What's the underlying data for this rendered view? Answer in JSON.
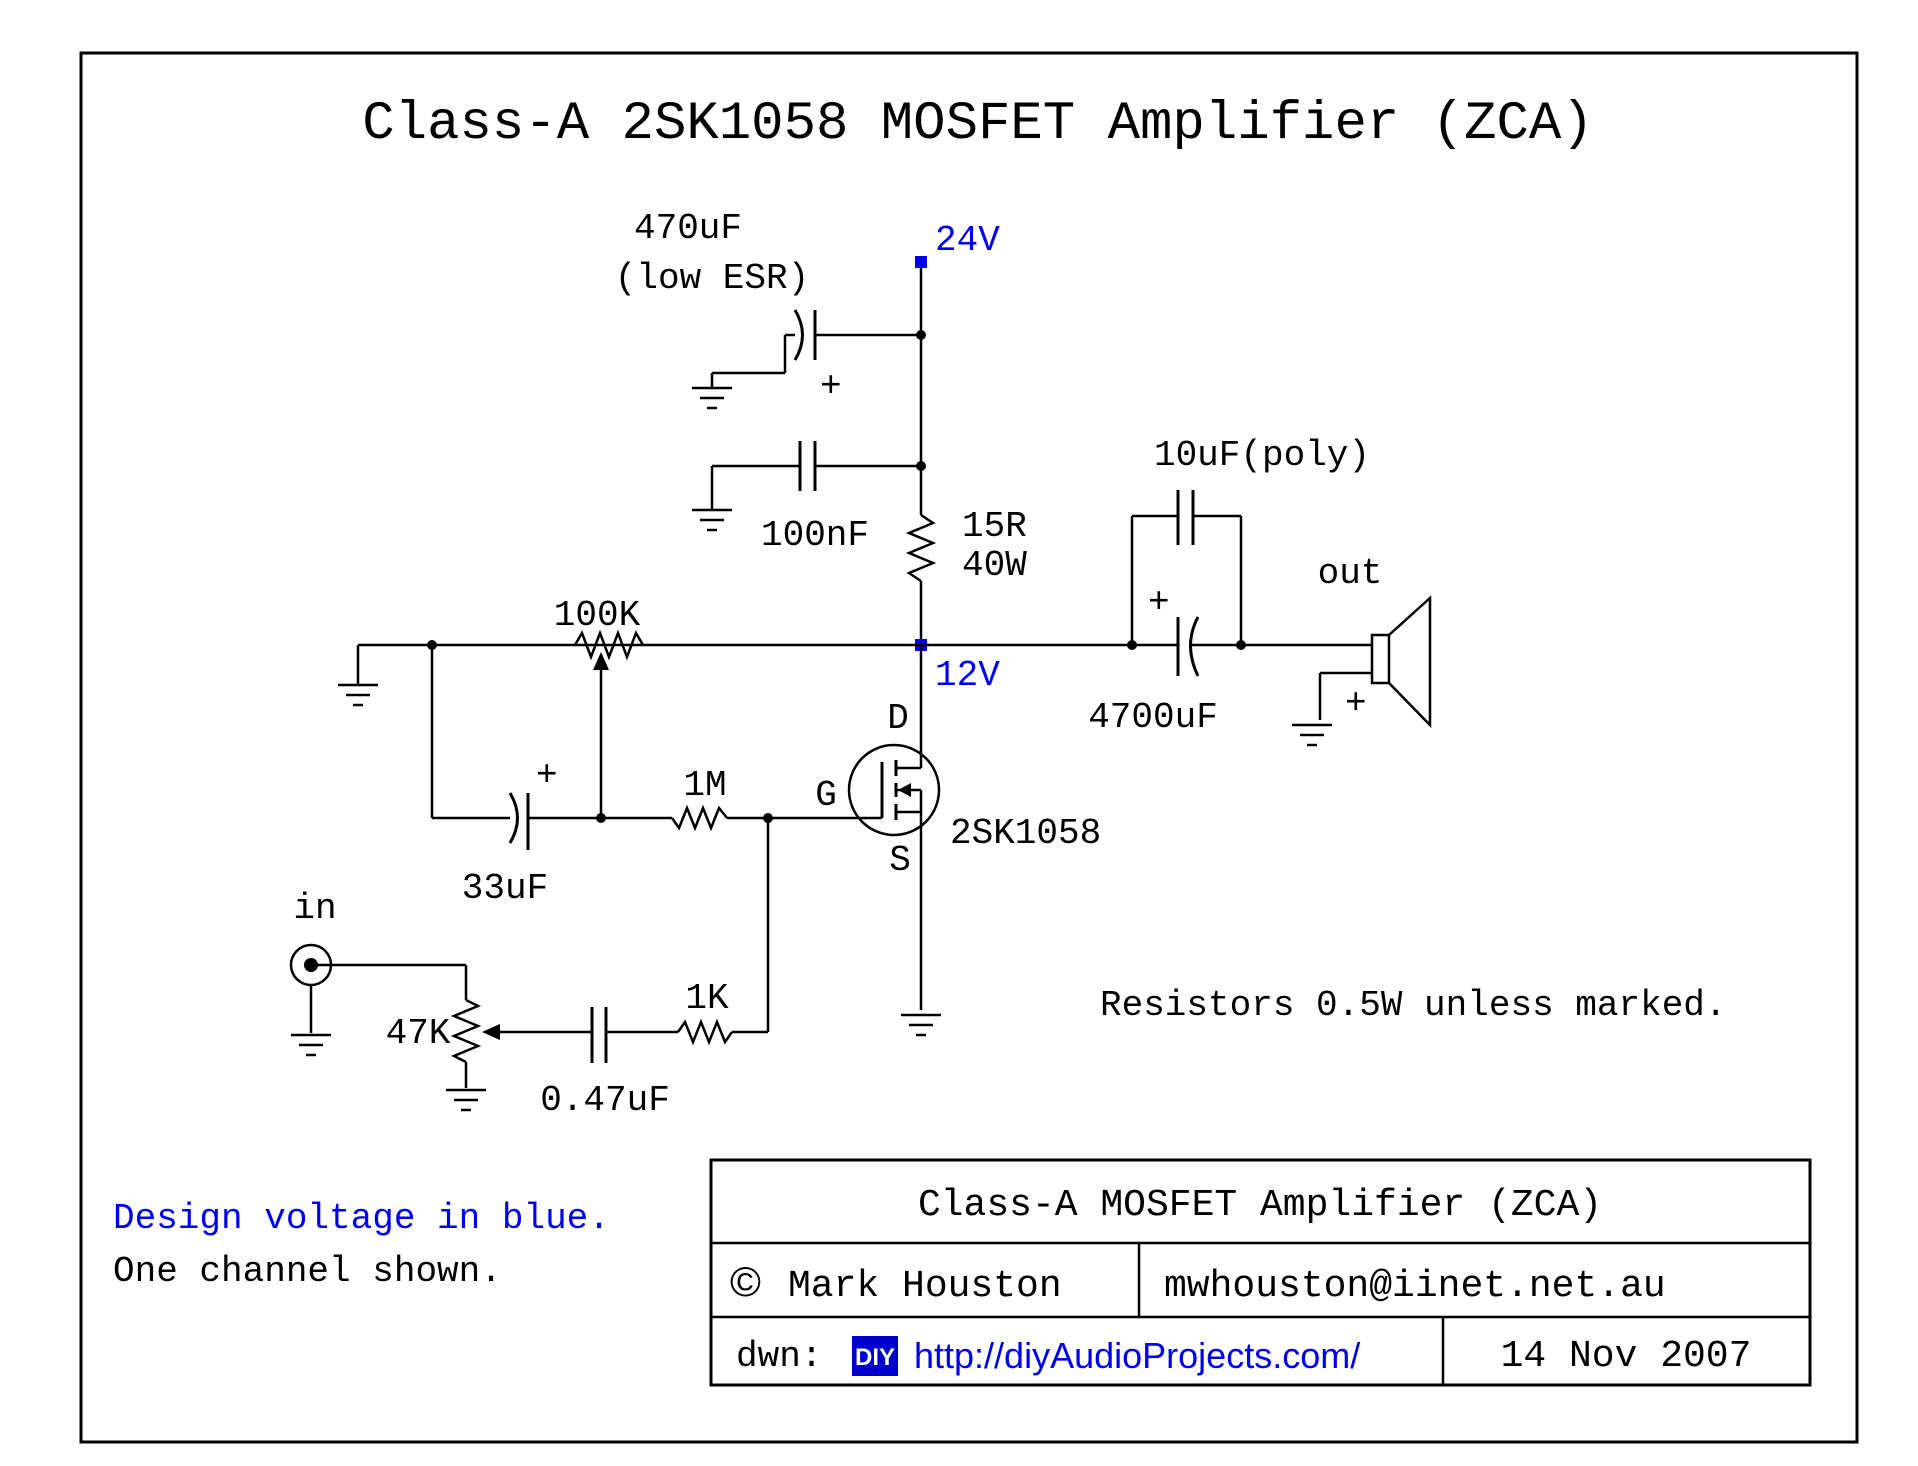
{
  "title": "Class-A 2SK1058 MOSFET Amplifier (ZCA)",
  "labels": {
    "v24": "24V",
    "v12": "12V",
    "c470": "470uF",
    "c470_note": "(low ESR)",
    "c100n": "100nF",
    "r15": "15R",
    "r15_power": "40W",
    "c10u": "10uF(poly)",
    "c4700": "4700uF",
    "out": "out",
    "r100k": "100K",
    "c33": "33uF",
    "r1m": "1M",
    "gate": "G",
    "drain": "D",
    "source": "S",
    "mosfet": "2SK1058",
    "in": "in",
    "r47k": "47K",
    "c047": "0.47uF",
    "r1k": "1K",
    "plus": "+"
  },
  "notes": {
    "resistors": "Resistors 0.5W unless marked.",
    "design_voltage": "Design voltage in blue.",
    "one_channel": "One channel shown."
  },
  "titleblock": {
    "title": "Class-A MOSFET Amplifier (ZCA)",
    "author": "Mark Houston",
    "copyright_symbol": "©",
    "email": "mwhouston@iinet.net.au",
    "drawn_label": "dwn:",
    "diy_badge": "DIY",
    "url": "http://diyAudioProjects.com/",
    "date": "14 Nov 2007"
  },
  "colors": {
    "design_voltage": "#0000ee",
    "ink": "#000000"
  }
}
